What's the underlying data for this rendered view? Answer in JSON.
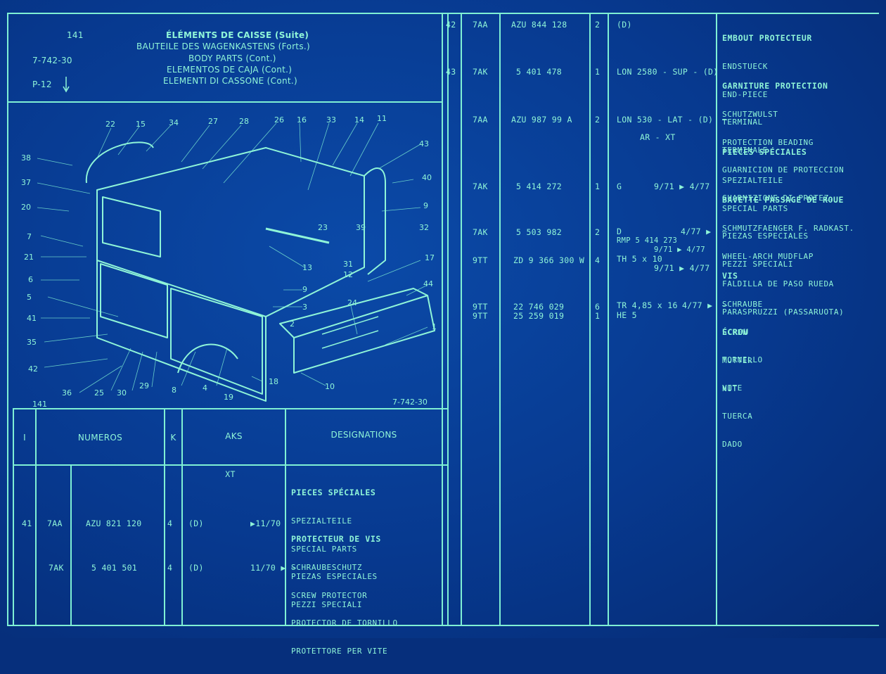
{
  "header": {
    "page_no": "141",
    "ref": "7-742-30",
    "page_ref": "P-12",
    "title_lines": [
      "ÉLÉMENTS DE CAISSE (Suite)",
      "BAUTEILE DES WAGENKASTENS (Forts.)",
      "BODY PARTS (Cont.)",
      "ELEMENTOS DE CAJA (Cont.)",
      "ELEMENTI DI CASSONE (Cont.)"
    ]
  },
  "diagram": {
    "corner_left": "141",
    "corner_right": "7-742-30",
    "callouts": [
      "22",
      "15",
      "34",
      "27",
      "28",
      "26",
      "16",
      "33",
      "14",
      "11",
      "38",
      "43",
      "37",
      "40",
      "20",
      "9",
      "32",
      "23",
      "39",
      "7",
      "21",
      "13",
      "31",
      "12",
      "17",
      "6",
      "44",
      "9",
      "5",
      "3",
      "41",
      "24",
      "2",
      "35",
      "1",
      "42",
      "18",
      "36",
      "25",
      "30",
      "29",
      "8",
      "4",
      "10",
      "19"
    ]
  },
  "table_header": {
    "col_i": "I",
    "col_numeros": "NUMEROS",
    "col_k": "K",
    "col_aks": "AKS",
    "col_designations": "DESIGNATIONS"
  },
  "left_rows": {
    "xt": "XT",
    "intro_desig": [
      "PIECES SPÉCIALES",
      "SPEZIALTEILE",
      "SPECIAL PARTS",
      "PIEZAS ESPECIALES",
      "PEZZI SPECIALI"
    ],
    "row1": {
      "i": "41",
      "code": "7AA",
      "num": "AZU 821 120",
      "k": "4",
      "aks": "(D)",
      "date": "▶11/70",
      "desig": [
        "PROTECTEUR DE VIS",
        "SCHRAUBESCHUTZ",
        "SCREW PROTECTOR",
        "PROTECTOR DE TORNILLO",
        "PROTETTORE PER VITE"
      ]
    },
    "row2": {
      "code": "7AK",
      "num": "5 401 501",
      "k": "4",
      "aks": "(D)",
      "date": "11/70 ▶",
      "desig": "–"
    }
  },
  "right_rows": [
    {
      "i": "42",
      "code": "7AA",
      "num": "AZU 844 128",
      "k": "2",
      "aks": "(D)",
      "desig": [
        "EMBOUT PROTECTEUR",
        "ENDSTUECK",
        "END-PIECE",
        "TERMINAL",
        "TERMINALE"
      ]
    },
    {
      "i": "43",
      "code": "7AK",
      "num": "5 401 478",
      "k": "1",
      "aks": "LON 2580 - SUP - (D)",
      "desig": [
        "GARNITURE PROTECTION",
        "SCHUTZWULST",
        "PROTECTION BEADING",
        "GUARNICION DE PROTECCION",
        "GUARNIZIONE DI PROTEZ."
      ]
    },
    {
      "code": "7AA",
      "num": "AZU 987 99 A",
      "k": "2",
      "aks": "LON 530 - LAT - (D)",
      "aks2": "AR - XT",
      "desig": [
        "–"
      ]
    },
    {
      "desig": [
        "PIECES SPÉCIALES",
        "SPEZIALTEILE",
        "SPECIAL PARTS",
        "PIEZAS ESPECIALES",
        "PEZZI SPECIALI"
      ]
    },
    {
      "code": "7AK",
      "num": "5 414 272",
      "k": "1",
      "aks": "G",
      "date": "9/71 ▶ 4/77",
      "desig": [
        "BAVETTE PASSAGE DE ROUE",
        "SCHMUTZFAENGER F. RADKAST.",
        "WHEEL-ARCH MUDFLAP",
        "FALDILLA DE PASO RUEDA",
        "PARASPRUZZI (PASSARUOTA)"
      ]
    },
    {
      "code": "7AK",
      "num": "5 503 982",
      "k": "2",
      "aks": "D",
      "date": "4/77 ▶",
      "rmp": "RMP 5 414 273",
      "rmp_date": "9/71 ▶ 4/77",
      "desig": [
        "–"
      ]
    },
    {
      "code": "9TT",
      "num": "ZD 9 366 300 W",
      "k": "4",
      "aks": "TH 5 x 10",
      "date": "9/71 ▶ 4/77",
      "desig": [
        "VIS",
        "SCHRAUBE",
        "SCREW",
        "TORNILLO",
        "VITE"
      ]
    },
    {
      "code": "9TT",
      "num": "22 746 029",
      "k": "6",
      "aks": "TR 4,85 x 16",
      "date": "4/77 ▶",
      "desig": [
        "–"
      ]
    },
    {
      "code": "9TT",
      "num": "25 259 019",
      "k": "1",
      "aks": "HE 5",
      "desig": [
        "ÉCROU",
        "MUTTER",
        "NUT",
        "TUERCA",
        "DADO"
      ]
    }
  ]
}
